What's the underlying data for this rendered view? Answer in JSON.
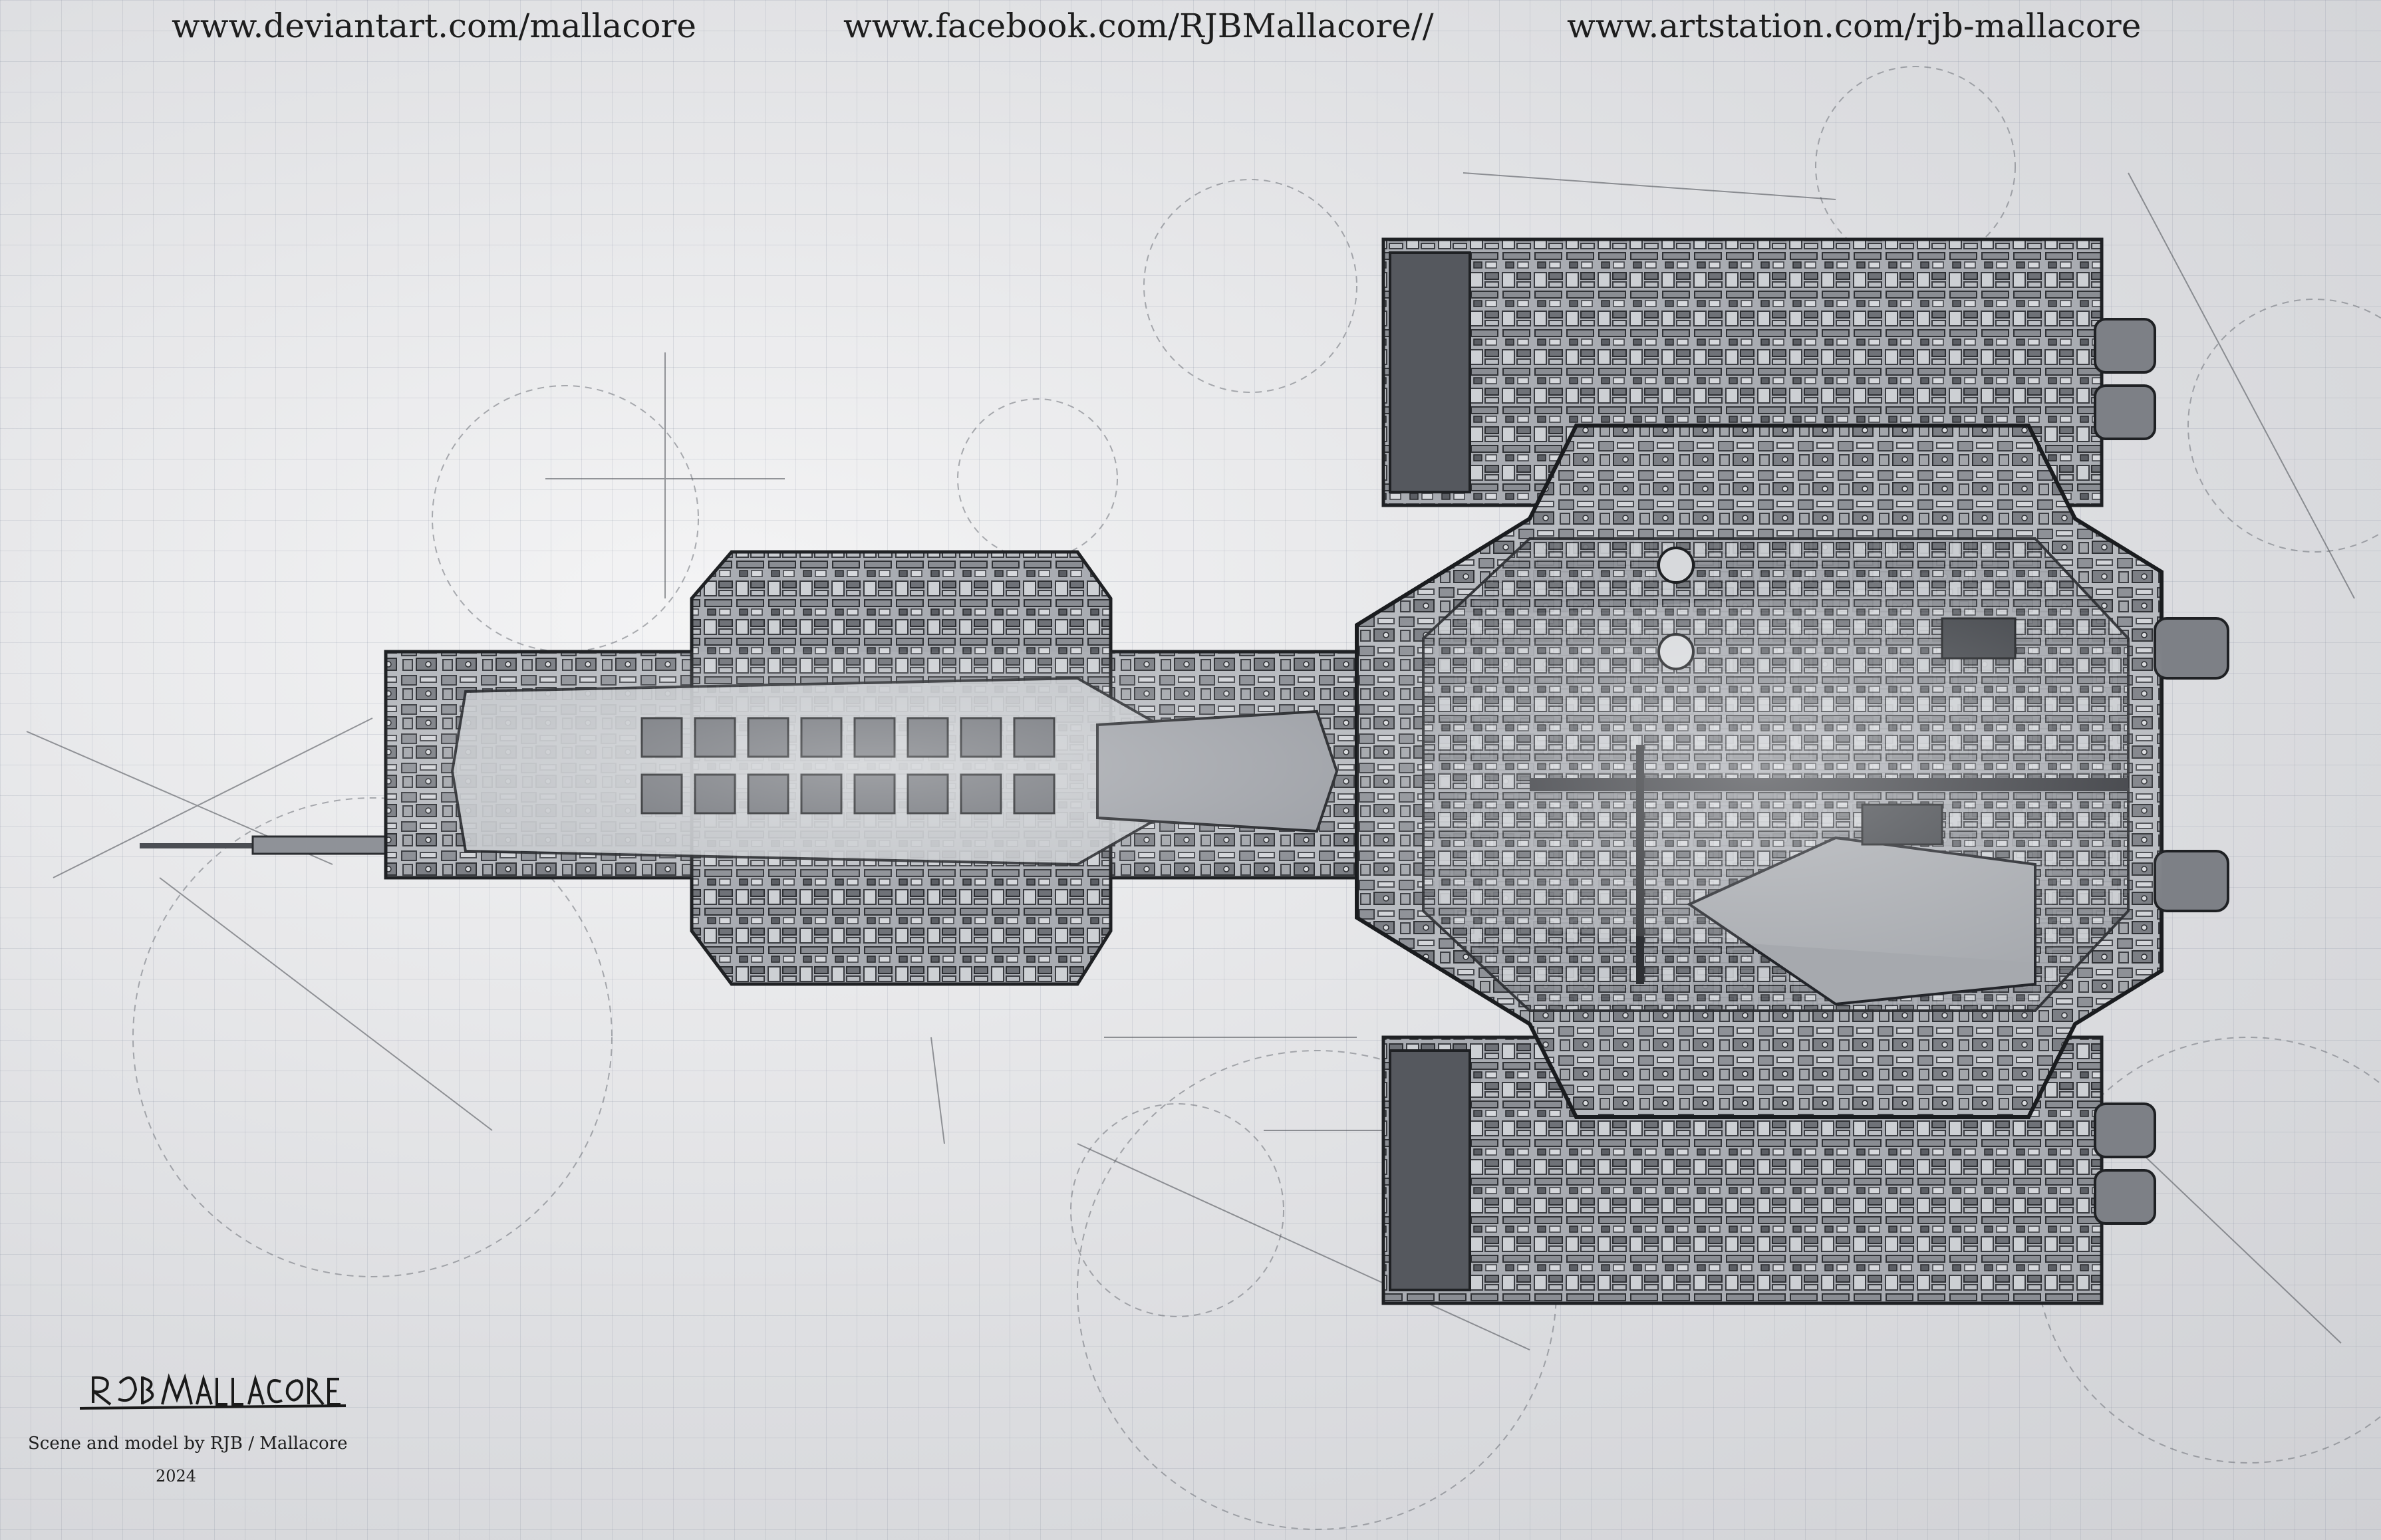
{
  "header": {
    "links": [
      "www.deviantart.com/mallacore",
      "www.facebook.com/RJBMallacore//",
      "www.artstation.com/rjb-mallacore"
    ]
  },
  "footer": {
    "signature": "RJB MALLACORE",
    "credit": "Scene and model by RJB / Mallacore",
    "year": "2024"
  },
  "colors": {
    "paper": "#e9eaec",
    "ink": "#1d1d1d",
    "hull_light": "#b9bcc1",
    "hull_dark": "#5e6167",
    "grid": "#8791a3"
  }
}
